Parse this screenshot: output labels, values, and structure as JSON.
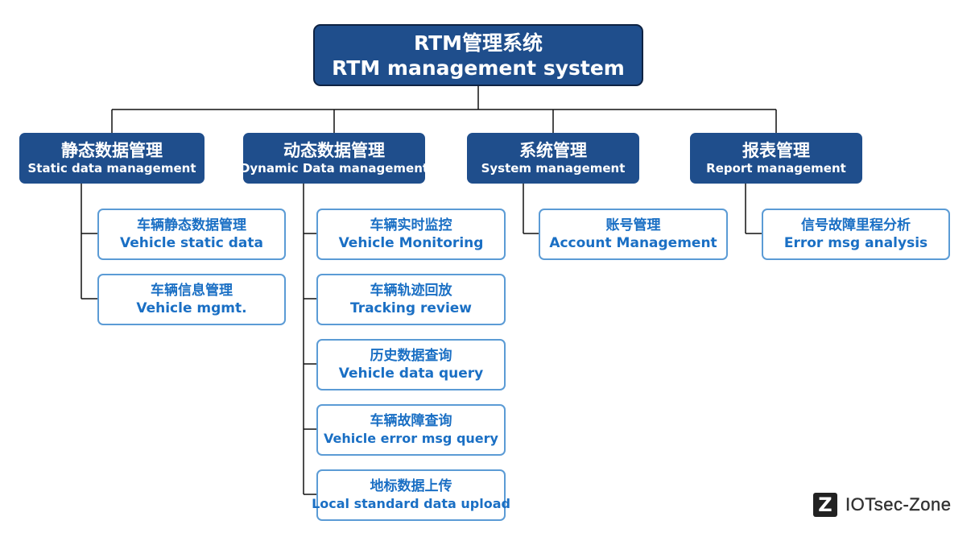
{
  "root": {
    "zh": "RTM管理系统",
    "en": "RTM management system"
  },
  "categories": [
    {
      "zh": "静态数据管理",
      "en": "Static data management",
      "children": [
        {
          "zh": "车辆静态数据管理",
          "en": "Vehicle static data"
        },
        {
          "zh": "车辆信息管理",
          "en": "Vehicle mgmt."
        }
      ]
    },
    {
      "zh": "动态数据管理",
      "en": "Dynamic Data management",
      "children": [
        {
          "zh": "车辆实时监控",
          "en": "Vehicle Monitoring"
        },
        {
          "zh": "车辆轨迹回放",
          "en": "Tracking review"
        },
        {
          "zh": "历史数据查询",
          "en": "Vehicle data query"
        },
        {
          "zh": "车辆故障查询",
          "en": "Vehicle error msg query"
        },
        {
          "zh": "地标数据上传",
          "en": "Local standard data upload"
        }
      ]
    },
    {
      "zh": "系统管理",
      "en": "System  management",
      "children": [
        {
          "zh": "账号管理",
          "en": "Account Management"
        }
      ]
    },
    {
      "zh": "报表管理",
      "en": "Report management",
      "children": [
        {
          "zh": "信号故障里程分析",
          "en": "Error msg analysis"
        }
      ]
    }
  ],
  "watermark": {
    "logo_letter": "Z",
    "text": "IOTsec-Zone"
  },
  "colors": {
    "node_fill": "#1f4e8c",
    "leaf_border": "#5b9bd5",
    "leaf_text": "#1a6fc4",
    "connector": "#111111"
  }
}
